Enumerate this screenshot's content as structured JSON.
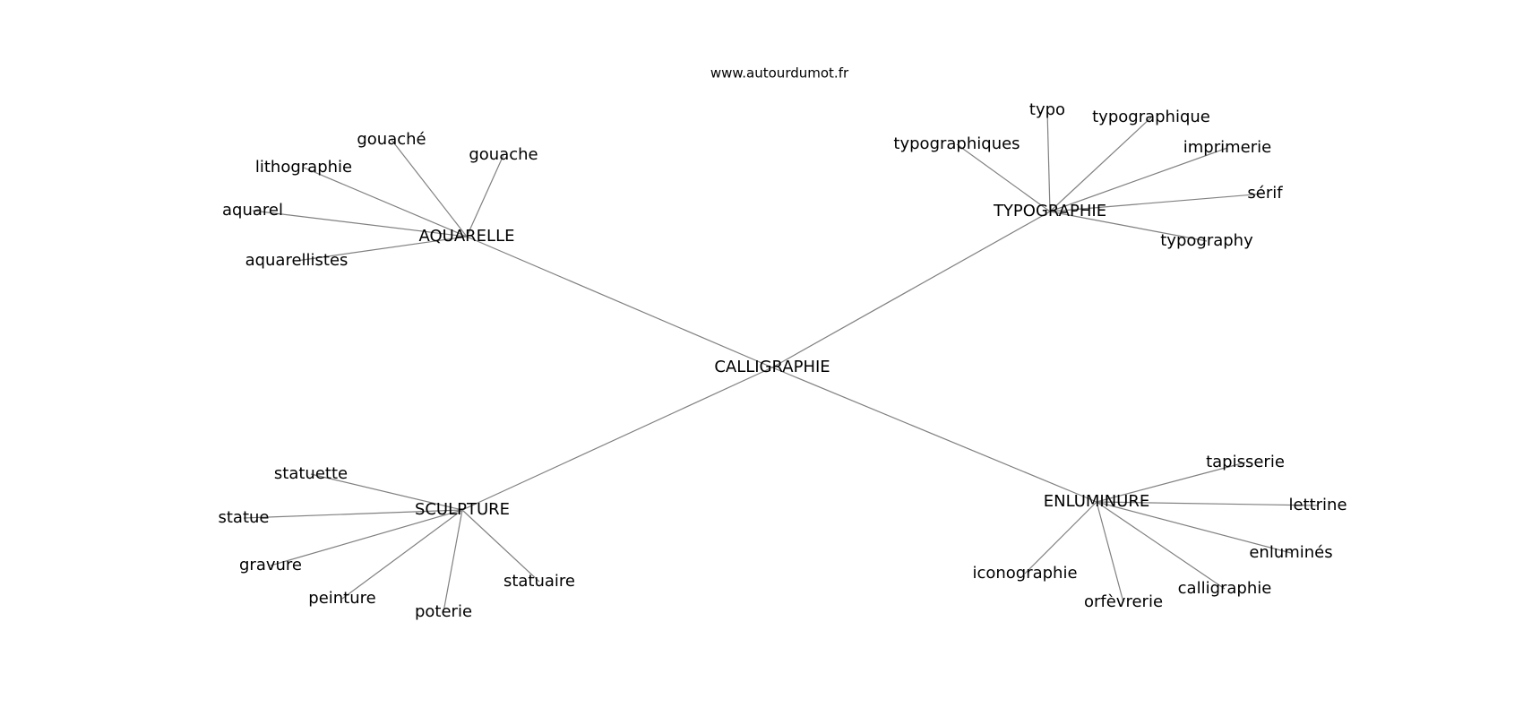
{
  "source": "www.autourdumot.fr",
  "center": "CALLIGRAPHIE",
  "clusters": [
    {
      "hub": "AQUARELLE",
      "words": [
        "gouaché",
        "gouache",
        "lithographie",
        "aquarel",
        "aquarellistes"
      ]
    },
    {
      "hub": "TYPOGRAPHIE",
      "words": [
        "typo",
        "typographique",
        "typographiques",
        "imprimerie",
        "sérif",
        "typography"
      ]
    },
    {
      "hub": "SCULPTURE",
      "words": [
        "statuette",
        "statue",
        "gravure",
        "peinture",
        "poterie",
        "statuaire"
      ]
    },
    {
      "hub": "ENLUMINURE",
      "words": [
        "tapisserie",
        "lettrine",
        "enluminés",
        "calligraphie",
        "orfèvrerie",
        "iconographie"
      ]
    }
  ],
  "colors": {
    "edge": "#808080",
    "text": "#000000",
    "background": "#ffffff"
  }
}
